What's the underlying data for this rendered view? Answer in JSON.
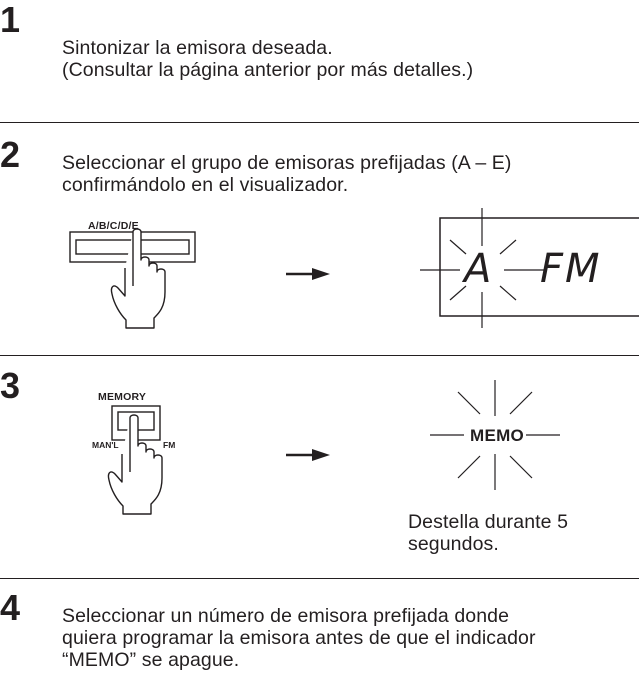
{
  "steps": [
    {
      "number": "1",
      "lines": [
        "Sintonizar la emisora deseada.",
        "(Consultar la página anterior por más detalles.)"
      ]
    },
    {
      "number": "2",
      "lines": [
        "Seleccionar el grupo de emisoras prefijadas (A – E)",
        "confirmándolo en el visualizador."
      ],
      "button_label": "A/B/C/D/E",
      "display_band": "A",
      "display_mode": "FM"
    },
    {
      "number": "3",
      "button_label": "MEMORY",
      "button_left_label": "MAN'L",
      "button_right_label": "FM",
      "indicator_label": "MEMO",
      "note_lines": [
        "Destella durante 5",
        "segundos."
      ]
    },
    {
      "number": "4",
      "lines": [
        "Seleccionar un número de emisora prefijada donde",
        "quiera programar la emisora antes de que el indicador",
        "“MEMO” se apague."
      ]
    }
  ],
  "icons": {
    "press": "hand-pressing-icon",
    "arrow": "right-arrow-icon",
    "flash": "flashing-rays-icon"
  }
}
